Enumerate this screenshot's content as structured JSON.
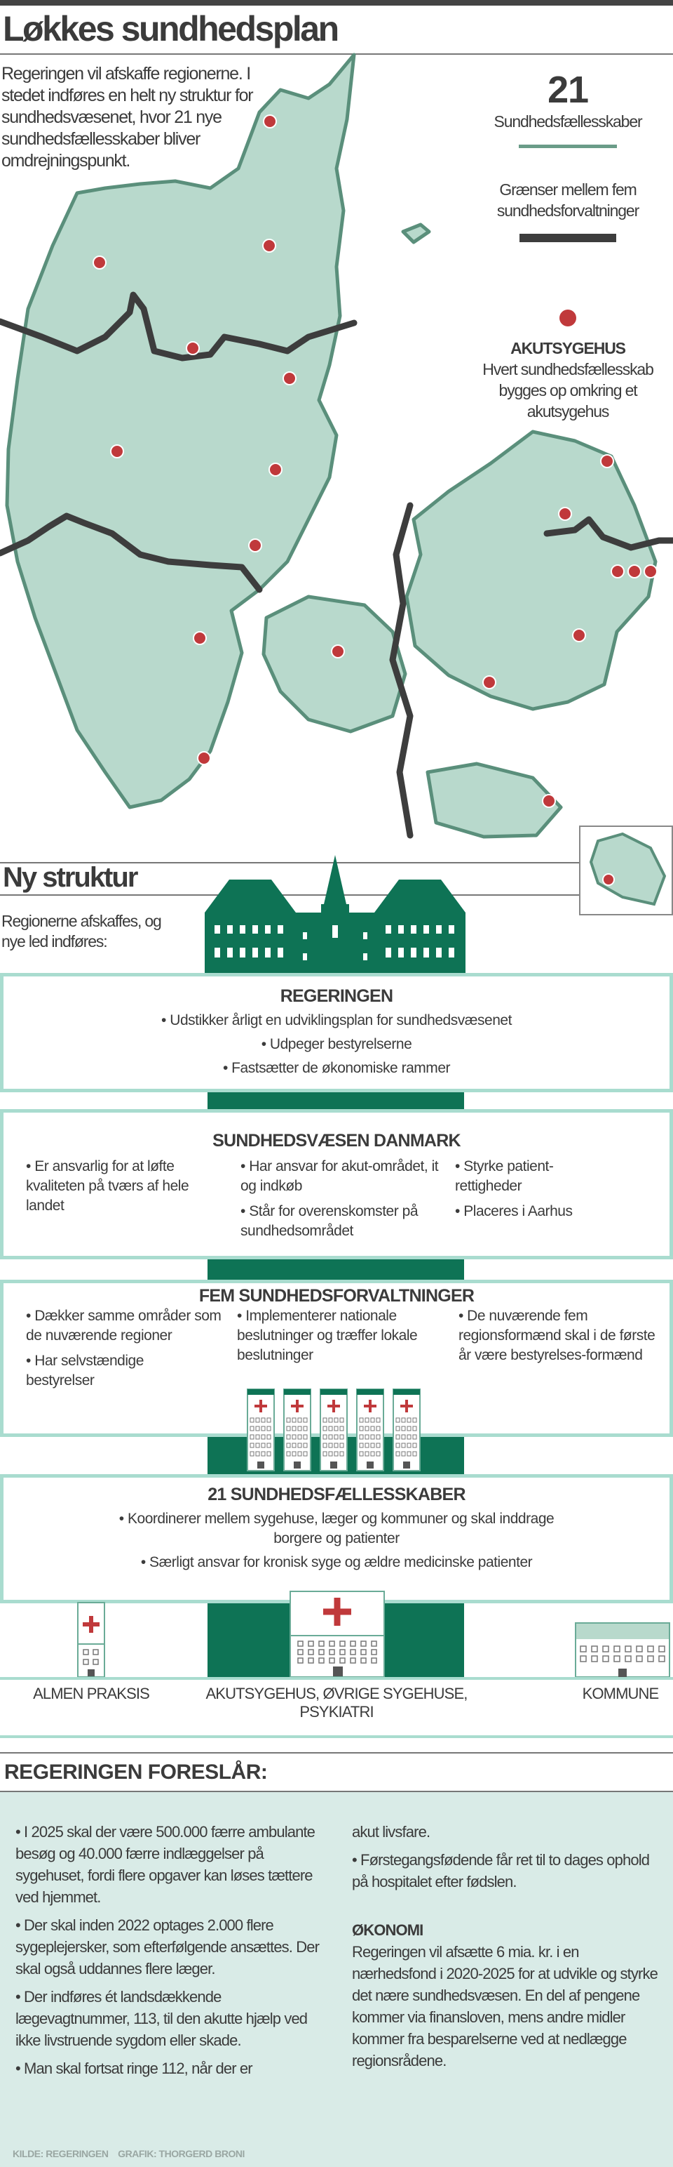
{
  "header": {
    "title": "Løkkes sundhedsplan"
  },
  "intro": "Regeringen vil afskaffe regionerne. I stedet indføres en helt ny struktur for sundhedsvæsenet, hvor 21 nye sundhedsfællesskaber bliver omdrejningspunkt.",
  "legend": {
    "count": "21",
    "count_label": "Sundhedsfællesskaber",
    "border_label": "Grænser mellem fem sundhedsforvaltninger",
    "hospital_title": "AKUTSYGEHUS",
    "hospital_text": "Hvert sundhedsfællesskab bygges op omkring et akutsygehus"
  },
  "colors": {
    "green": "#0e7355",
    "map_fill": "#b8d9cc",
    "map_stroke": "#5a8f7b",
    "dot": "#c0393b",
    "border": "#3d3d3d",
    "frame": "#a9dccf"
  },
  "structure": {
    "title": "Ny struktur",
    "lead": "Regionerne afskaffes, og nye led indføres:",
    "regeringen": {
      "title": "REGERINGEN",
      "items": [
        "• Udstikker årligt en udviklingsplan for sundhedsvæsenet",
        "• Udpeger bestyrelserne",
        "• Fastsætter de økonomiske rammer"
      ]
    },
    "sdk": {
      "title": "SUNDHEDSVÆSEN DANMARK",
      "cols": [
        [
          "• Er ansvarlig for at løfte kvaliteten på tværs af hele landet"
        ],
        [
          "• Har ansvar for akut-området, it og indkøb",
          "• Står for overenskomster på sundhedsområdet"
        ],
        [
          "• Styrke patient-rettigheder",
          "• Placeres i Aarhus"
        ]
      ]
    },
    "fem": {
      "title": "FEM SUNDHEDSFORVALTNINGER",
      "cols": [
        [
          "• Dækker samme områder som de nuværende regioner",
          "• Har selvstændige bestyrelser"
        ],
        [
          "• Implementerer nationale beslutninger og træffer lokale beslutninger"
        ],
        [
          "• De nuværende fem regionsformænd skal i de første år være bestyrelses-formænd"
        ]
      ]
    },
    "faelles": {
      "title": "21 SUNDHEDSFÆLLESSKABER",
      "items": [
        "• Koordinerer mellem sygehuse, læger og kommuner og skal inddrage borgere og patienter",
        "• Særligt ansvar for kronisk syge og ældre medicinske patienter"
      ]
    },
    "bottom_labels": [
      "ALMEN PRAKSIS",
      "AKUTSYGEHUS, ØVRIGE SYGEHUSE, PSYKIATRI",
      "KOMMUNE"
    ]
  },
  "proposal": {
    "title": "REGERINGEN FORESLÅR:",
    "left": [
      "• I 2025 skal der være 500.000 færre ambulante besøg og 40.000 færre indlæggelser på sygehuset, fordi flere opgaver kan løses tættere ved hjemmet.",
      "• Der skal inden 2022 optages 2.000 flere sygeplejersker, som efterfølgende ansættes. Der skal også uddannes flere læger.",
      "• Der indføres ét landsdækkende lægevagtnummer, 113, til den akutte hjælp ved ikke livstruende sygdom eller skade.",
      "• Man skal fortsat ringe 112, når der er"
    ],
    "right": [
      "akut livsfare.",
      "• Førstegangsfødende får ret til to dages ophold på hospitalet efter fødslen."
    ],
    "economy_title": "ØKONOMI",
    "economy_text": "Regeringen vil afsætte 6 mia. kr. i en nærhedsfond i 2020-2025 for at udvikle og styrke det nære sundhedsvæsen. En del af pengene kommer via finansloven, mens andre midler kommer fra besparelserne ved at nedlægge regionsrådene."
  },
  "footer": {
    "source": "KILDE: REGERINGEN",
    "graphic": "GRAFIK: THORGERD BRONI"
  }
}
